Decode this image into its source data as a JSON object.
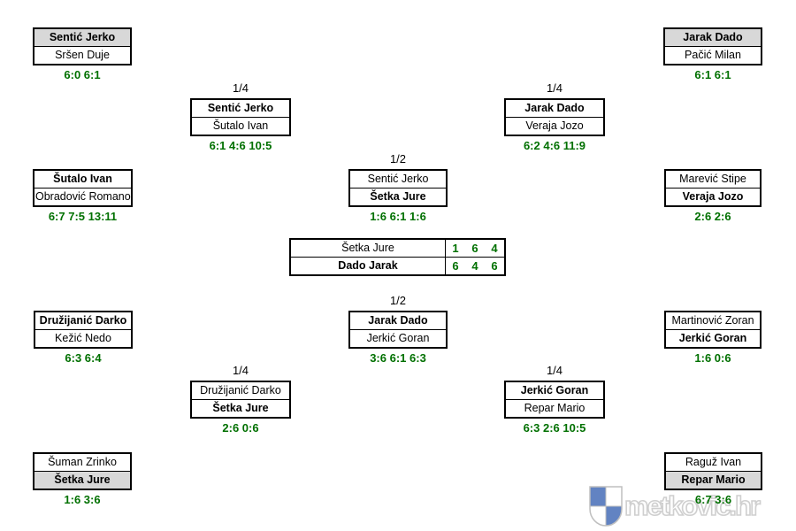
{
  "colors": {
    "score_green": "#007000",
    "highlight_gray": "#d8d8d8",
    "border_black": "#000000",
    "logo_blue": "#6283c2",
    "logo_outline_gray": "#cfcfcf"
  },
  "bracket": {
    "round1": {
      "top_left": {
        "p1": "Sentić Jerko",
        "p2": "Sršen Duje",
        "score": "6:0 6:1",
        "winner": "p1",
        "highlight": "p1"
      },
      "mid_left": {
        "p1": "Šutalo Ivan",
        "p2": "Obradović Romano",
        "score": "6:7 7:5 13:11",
        "winner": "p1"
      },
      "low_left": {
        "p1": "Družijanić Darko",
        "p2": "Kežić Nedo",
        "score": "6:3 6:4",
        "winner": "p1"
      },
      "bottom_left": {
        "p1": "Šuman Zrinko",
        "p2": "Šetka Jure",
        "score": "1:6 3:6",
        "winner": "p2",
        "highlight": "p2"
      },
      "top_right": {
        "p1": "Jarak Dado",
        "p2": "Pačić Milan",
        "score": "6:1 6:1",
        "winner": "p1",
        "highlight": "p1"
      },
      "mid_right": {
        "p1": "Marević Stipe",
        "p2": "Veraja Jozo",
        "score": "2:6 2:6",
        "winner": "p2"
      },
      "low_right": {
        "p1": "Martinović Zoran",
        "p2": "Jerkić Goran",
        "score": "1:6 0:6",
        "winner": "p2"
      },
      "bottom_right": {
        "p1": "Raguž Ivan",
        "p2": "Repar Mario",
        "score": "6:7 3:6",
        "winner": "p2",
        "highlight": "p2"
      }
    },
    "quarterfinals": {
      "top_left": {
        "label": "1/4",
        "p1": "Sentić Jerko",
        "p2": "Šutalo Ivan",
        "score": "6:1 4:6 10:5",
        "winner": "p1"
      },
      "bottom_left": {
        "label": "1/4",
        "p1": "Družijanić Darko",
        "p2": "Šetka Jure",
        "score": "2:6 0:6",
        "winner": "p2"
      },
      "top_right": {
        "label": "1/4",
        "p1": "Jarak Dado",
        "p2": "Veraja Jozo",
        "score": "6:2 4:6 11:9",
        "winner": "p1"
      },
      "bottom_right": {
        "label": "1/4",
        "p1": "Jerkić Goran",
        "p2": "Repar Mario",
        "score": "6:3 2:6 10:5",
        "winner": "p1"
      }
    },
    "semifinals": {
      "top": {
        "label": "1/2",
        "p1": "Sentić Jerko",
        "p2": "Šetka Jure",
        "score": "1:6 6:1 1:6",
        "winner": "p2"
      },
      "bottom": {
        "label": "1/2",
        "p1": "Jarak Dado",
        "p2": "Jerkić Goran",
        "score": "3:6 6:1 6:3",
        "winner": "p1"
      }
    },
    "final": {
      "p1": "Šetka Jure",
      "p1_sets": [
        "1",
        "6",
        "4"
      ],
      "p2": "Dado Jarak",
      "p2_sets": [
        "6",
        "4",
        "6"
      ],
      "winner": "p2"
    }
  },
  "logo": {
    "text": "metkovic.hr"
  }
}
